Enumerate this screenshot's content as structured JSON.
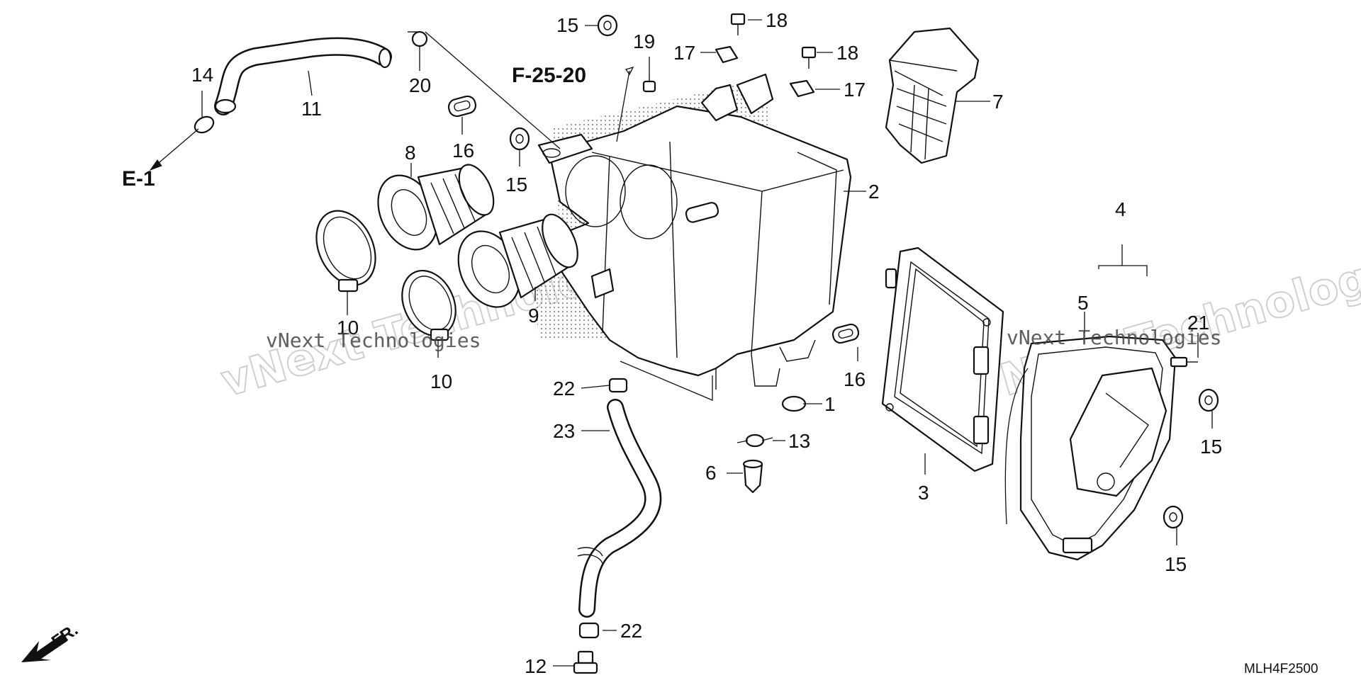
{
  "callouts": {
    "c1": "1",
    "c2": "2",
    "c3": "3",
    "c4": "4",
    "c5": "5",
    "c6": "6",
    "c7": "7",
    "c8": "8",
    "c9": "9",
    "c10a": "10",
    "c10b": "10",
    "c11": "11",
    "c12": "12",
    "c13": "13",
    "c14": "14",
    "c15a": "15",
    "c15b": "15",
    "c15c": "15",
    "c15d": "15",
    "c16a": "16",
    "c16b": "16",
    "c17a": "17",
    "c17b": "17",
    "c18a": "18",
    "c18b": "18",
    "c20": "20",
    "c21": "21",
    "c22a": "22",
    "c22b": "22",
    "c23": "23"
  },
  "references": {
    "f": "F-25-20",
    "e": "E-1",
    "front": "FR."
  },
  "diagram_code": "MLH4F2500",
  "watermarks": {
    "mono_left": "vNext Technologies",
    "mono_right": "vNext Technologies",
    "outline_left": "vNext Technologies",
    "outline_right": "vNext Technologies"
  }
}
